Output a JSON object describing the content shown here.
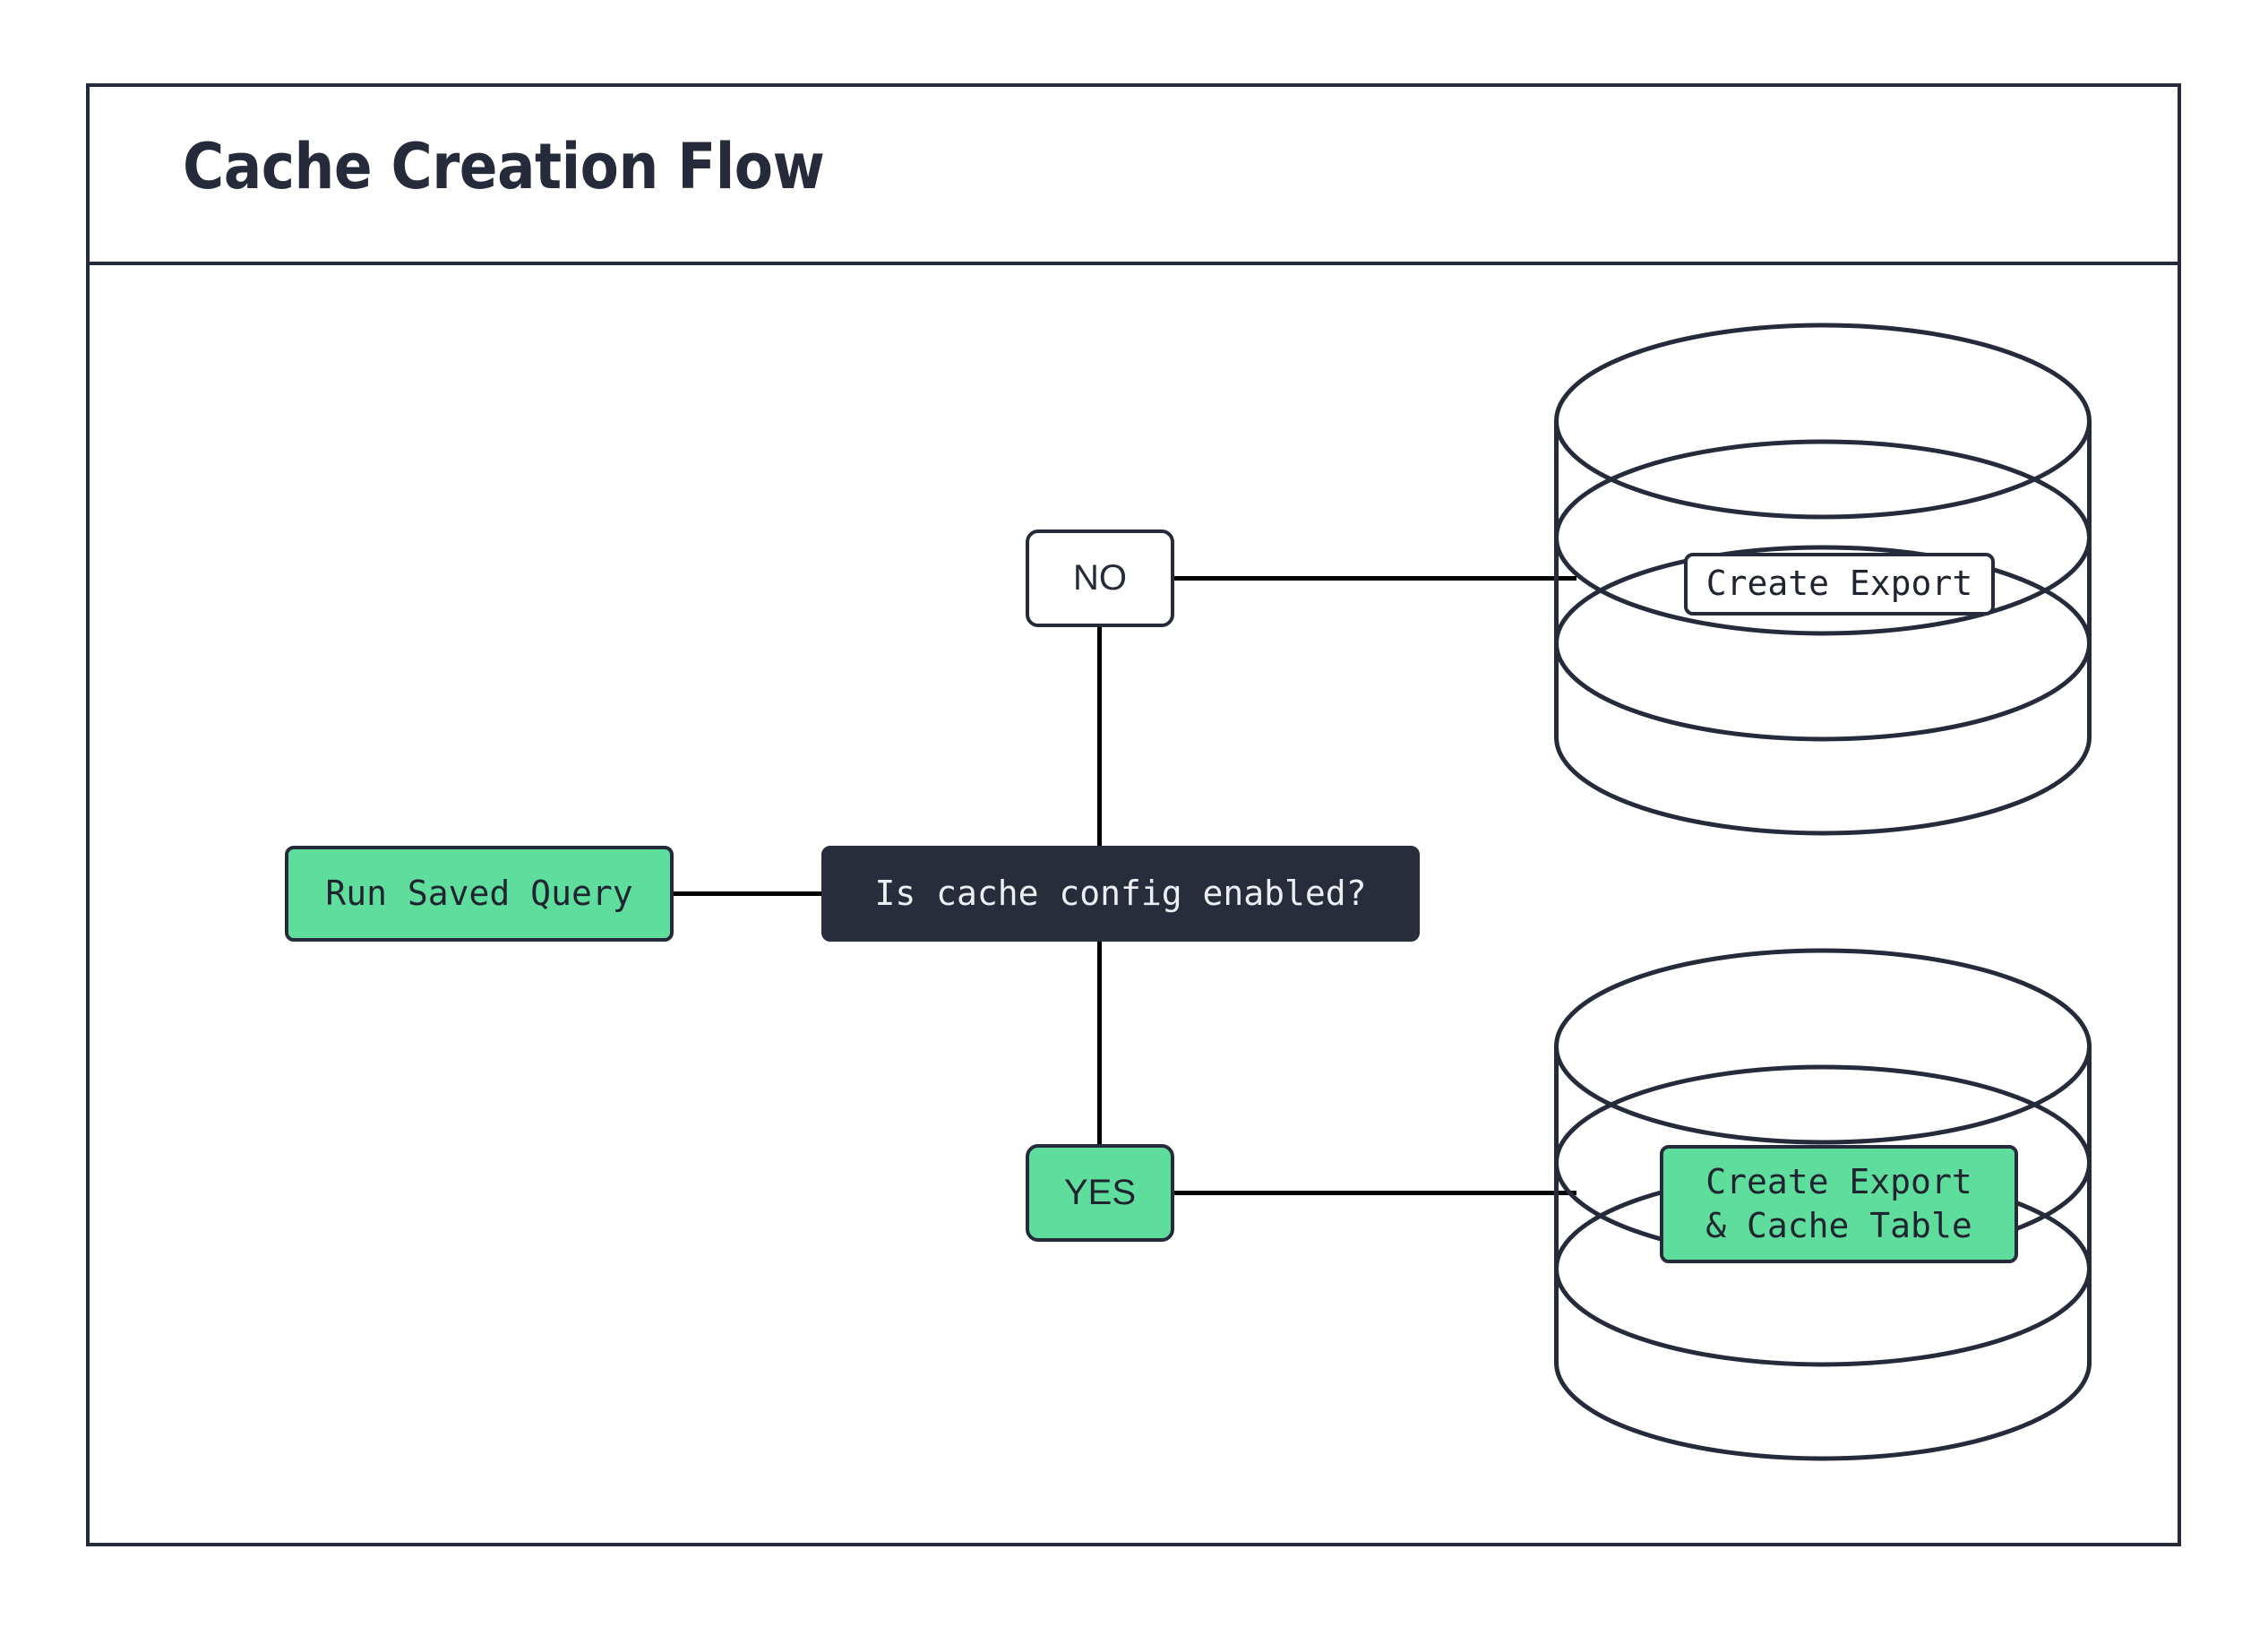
{
  "diagram": {
    "title": "Cache Creation Flow",
    "colors": {
      "accent_green": "#5FDD9D",
      "dark_navy": "#252B3B",
      "decision_fill": "#282D3C",
      "connector": "#000000",
      "background": "#FFFFFF"
    },
    "nodes": {
      "start": {
        "label": "Run Saved Query",
        "shape": "rounded-rect",
        "fill": "#5FDD9D"
      },
      "decision": {
        "label": "Is cache config enabled?",
        "shape": "rounded-rect",
        "fill": "#282D3C"
      },
      "branch_no": {
        "label": "NO",
        "shape": "rounded-rect",
        "fill": "#FFFFFF"
      },
      "branch_yes": {
        "label": "YES",
        "shape": "rounded-rect",
        "fill": "#5FDD9D"
      },
      "database_export": {
        "label": "Create Export",
        "shape": "database-cylinder",
        "fill": "#FFFFFF"
      },
      "database_cache": {
        "label": "Create Export\n& Cache Table",
        "shape": "database-cylinder",
        "fill": "#5FDD9D"
      }
    },
    "edges": [
      {
        "from": "start",
        "to": "decision",
        "label": ""
      },
      {
        "from": "decision",
        "to": "branch_no",
        "label": ""
      },
      {
        "from": "decision",
        "to": "branch_yes",
        "label": ""
      },
      {
        "from": "branch_no",
        "to": "database_export",
        "label": ""
      },
      {
        "from": "branch_yes",
        "to": "database_cache",
        "label": ""
      }
    ]
  }
}
